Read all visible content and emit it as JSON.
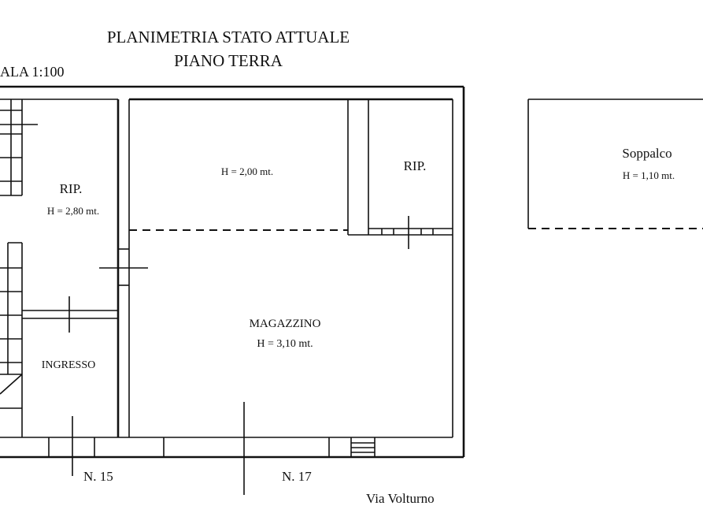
{
  "header": {
    "title": "PLANIMETRIA STATO ATTUALE",
    "subtitle": "PIANO TERRA",
    "scale": "ALA 1:100"
  },
  "rooms": {
    "rip_left": {
      "name": "RIP.",
      "height": "H = 2,80 mt."
    },
    "upper_mid": {
      "height": "H = 2,00 mt."
    },
    "rip_right": {
      "name": "RIP."
    },
    "magazzino": {
      "name": "MAGAZZINO",
      "height": "H = 3,10 mt."
    },
    "ingresso": {
      "name": "INGRESSO"
    },
    "soppalco": {
      "name": "Soppalco",
      "height": "H = 1,10 mt."
    }
  },
  "street": {
    "number_15": "N. 15",
    "number_17": "N. 17",
    "name": "Via Volturno"
  }
}
